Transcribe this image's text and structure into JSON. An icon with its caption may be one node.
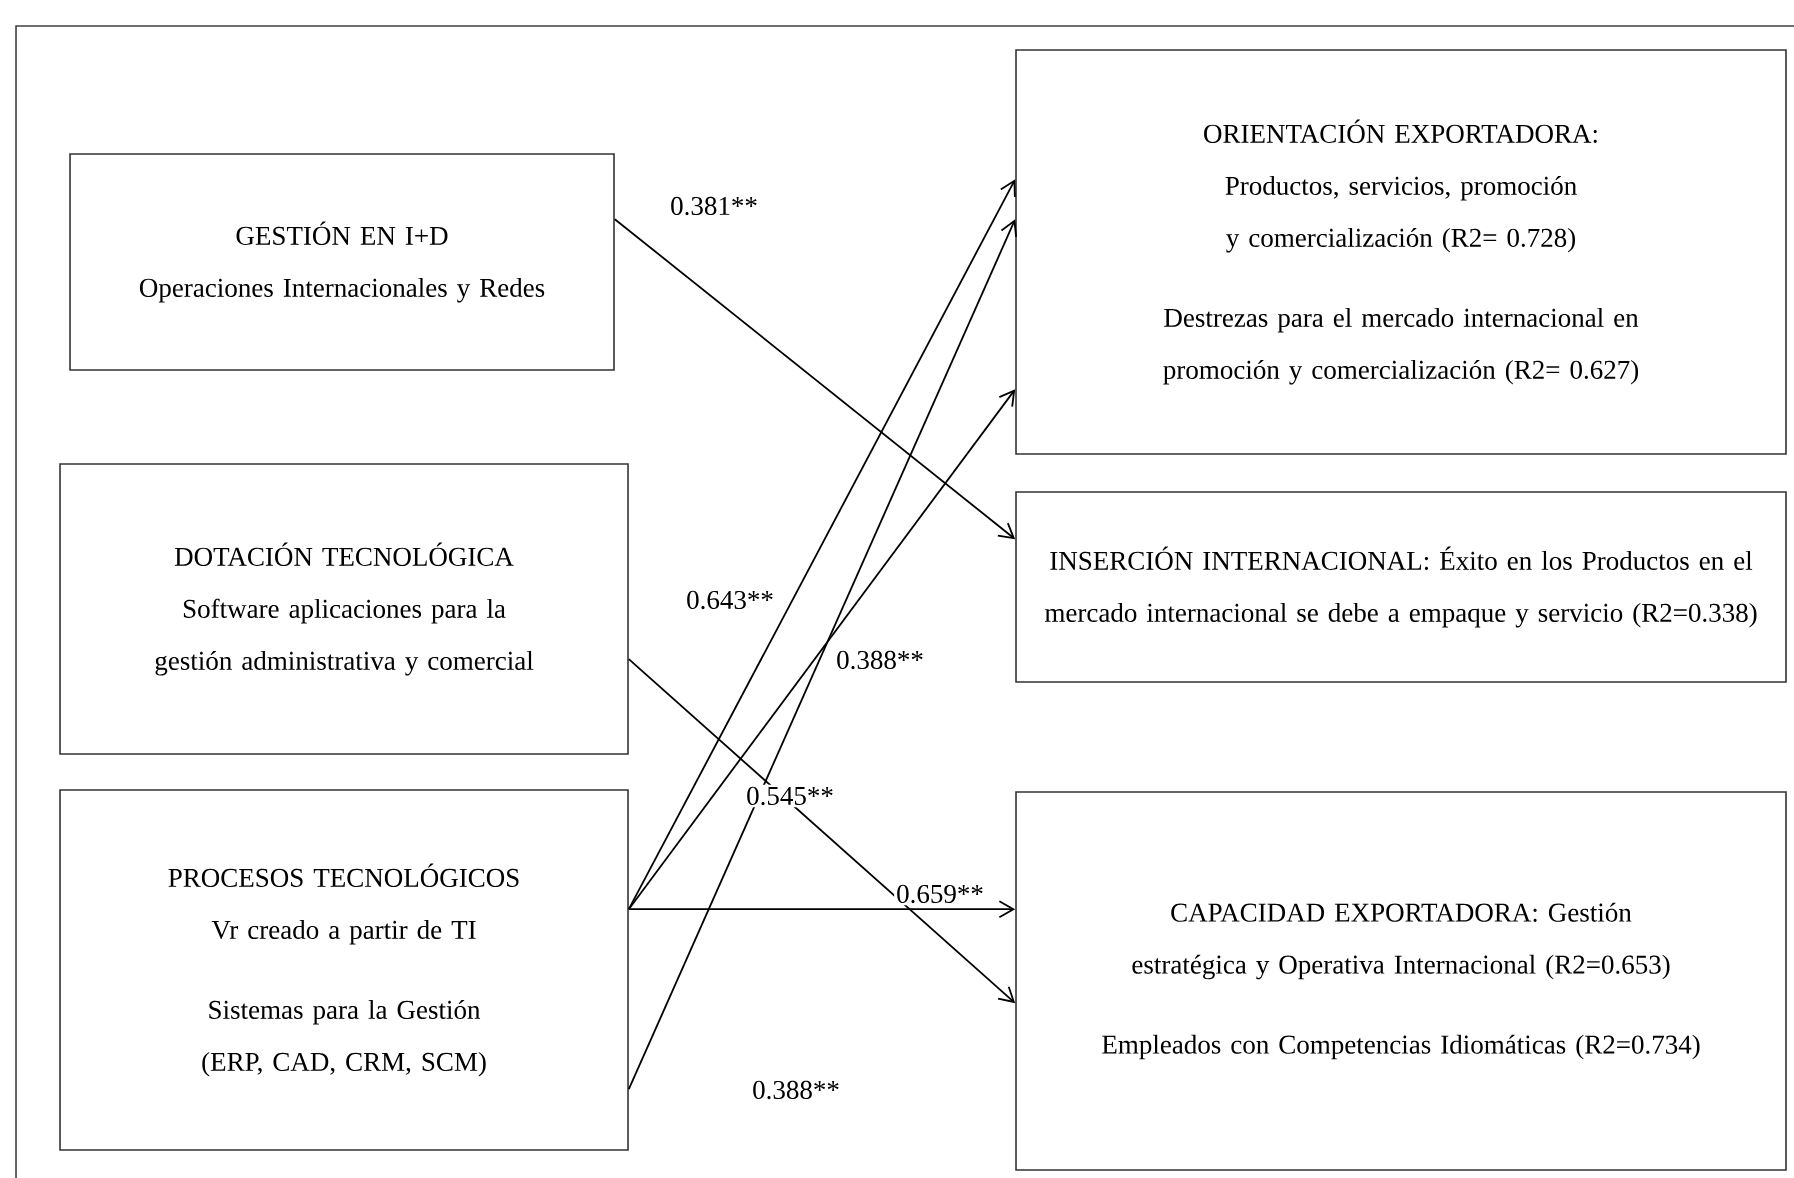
{
  "diagram": {
    "nodes": [
      {
        "text": [
          "GESTIÓN EN I+D",
          "Operaciones Internacionales y Redes"
        ]
      },
      {
        "text": [
          "DOTACIÓN TECNOLÓGICA",
          "Software aplicaciones para la gestión administrativa y comercial"
        ]
      },
      {
        "text": [
          "PROCESOS TECNOLÓGICOS",
          "Vr creado a partir de TI",
          "Sistemas para la Gestión (ERP, CAD, CRM, SCM)"
        ]
      },
      {
        "text": [
          "ORIENTACIÓN EXPORTADORA:",
          "Productos, servicios, promoción y comercialización (R2= 0.728)",
          "Destrezas para el mercado internacional en promoción y comercialización (R2= 0.627)"
        ]
      },
      {
        "text": [
          "INSERCIÓN INTERNACIONAL: Éxito en los Productos en el mercado internacional se debe a empaque y servicio (R2=0.338)"
        ]
      },
      {
        "text": [
          "CAPACIDAD EXPORTADORA: Gestión estratégica y Operativa Internacional (R2=0.653)",
          "Empleados con Competencias Idiomáticas (R2=0.734)"
        ]
      }
    ],
    "edges": [
      {
        "from": 0,
        "to": 4,
        "arrow": "to",
        "label": "0.381**"
      },
      {
        "from": 1,
        "to": 5,
        "arrow": "to",
        "label": "0.545**"
      },
      {
        "from": 2,
        "to": 3,
        "arrow": "to",
        "label": "0.643**"
      },
      {
        "from": 2,
        "to": 3,
        "arrow": "to",
        "label": "0.388**"
      },
      {
        "from": 2,
        "to": 3,
        "arrow": "to",
        "label": "0.388**"
      },
      {
        "from": 2,
        "to": 5,
        "arrow": "to",
        "label": "0.659**"
      }
    ]
  }
}
